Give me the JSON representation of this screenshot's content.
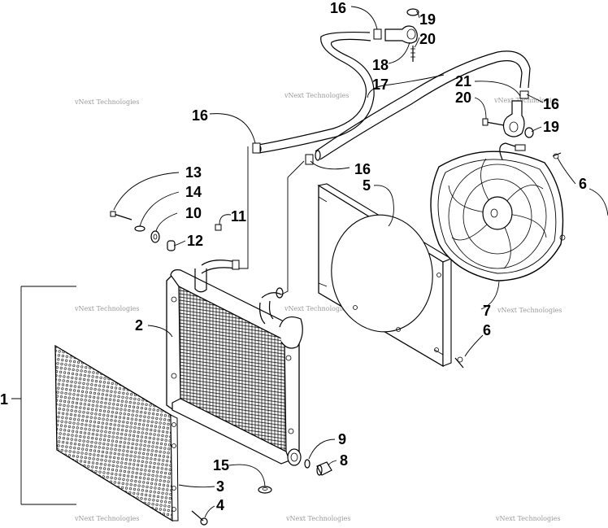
{
  "callouts": [
    {
      "id": "c1",
      "label": "1"
    },
    {
      "id": "c2",
      "label": "2"
    },
    {
      "id": "c3",
      "label": "3"
    },
    {
      "id": "c4",
      "label": "4"
    },
    {
      "id": "c5",
      "label": "5"
    },
    {
      "id": "c6a",
      "label": "6"
    },
    {
      "id": "c6b",
      "label": "6"
    },
    {
      "id": "c7",
      "label": "7"
    },
    {
      "id": "c8",
      "label": "8"
    },
    {
      "id": "c9",
      "label": "9"
    },
    {
      "id": "c10",
      "label": "10"
    },
    {
      "id": "c11",
      "label": "11"
    },
    {
      "id": "c12",
      "label": "12"
    },
    {
      "id": "c13",
      "label": "13"
    },
    {
      "id": "c14",
      "label": "14"
    },
    {
      "id": "c15",
      "label": "15"
    },
    {
      "id": "c16a",
      "label": "16"
    },
    {
      "id": "c16b",
      "label": "16"
    },
    {
      "id": "c16c",
      "label": "16"
    },
    {
      "id": "c16d",
      "label": "16"
    },
    {
      "id": "c17",
      "label": "17"
    },
    {
      "id": "c18",
      "label": "18"
    },
    {
      "id": "c19a",
      "label": "19"
    },
    {
      "id": "c19b",
      "label": "19"
    },
    {
      "id": "c20a",
      "label": "20"
    },
    {
      "id": "c20b",
      "label": "20"
    },
    {
      "id": "c21",
      "label": "21"
    }
  ],
  "watermark": "vNext Technologies"
}
